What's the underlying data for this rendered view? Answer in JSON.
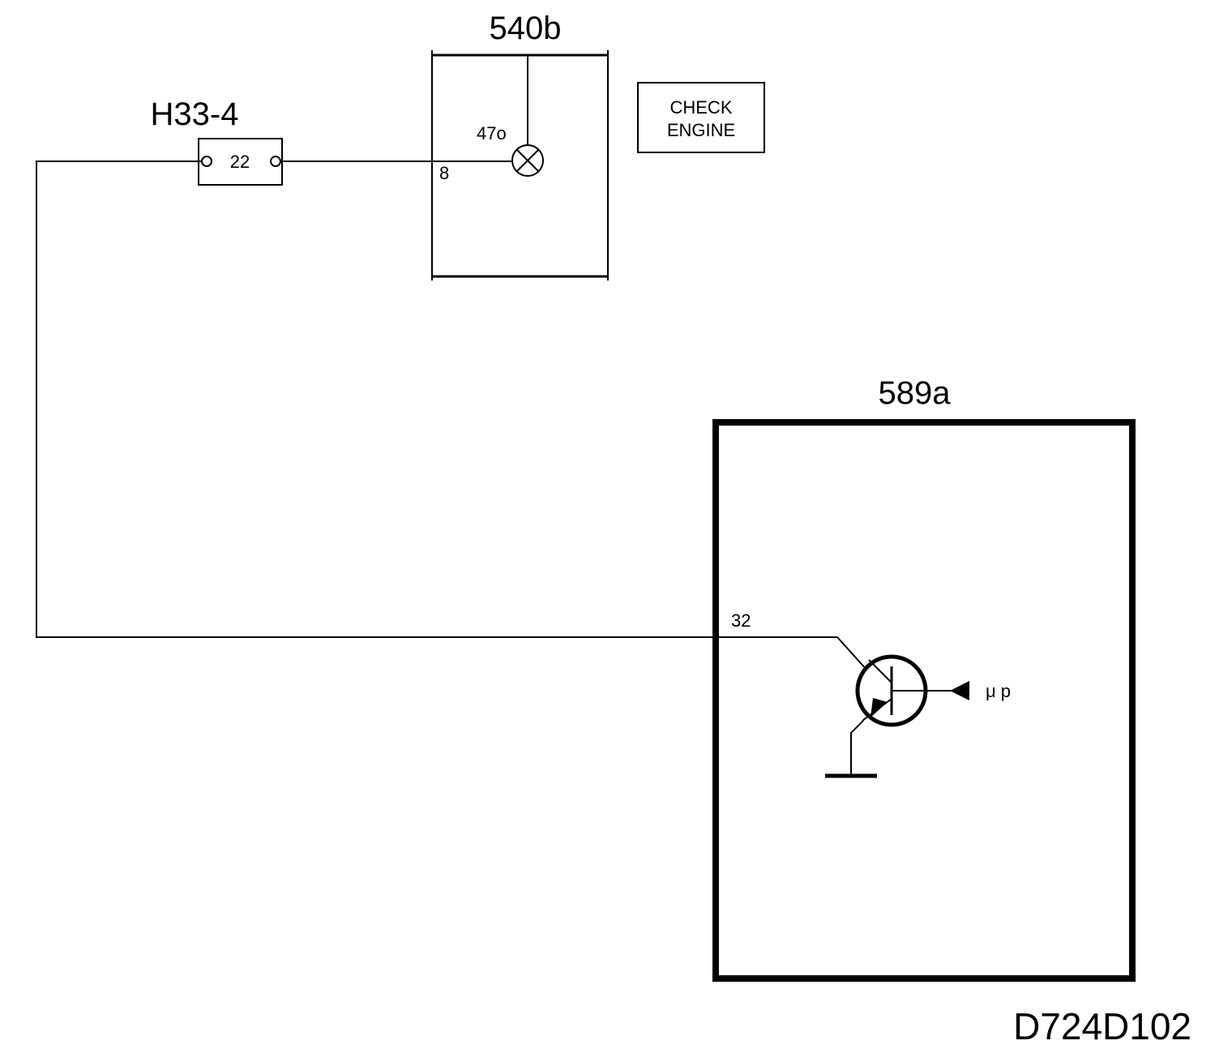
{
  "components": {
    "instrument_cluster": {
      "id": "540b",
      "lamp_pin": "47o",
      "wire_pin": "8"
    },
    "connector": {
      "id": "H33-4",
      "pin": "22"
    },
    "ecu": {
      "id": "589a",
      "pin": "32",
      "signal_label": "μ p"
    },
    "indicator": {
      "line1": "CHECK",
      "line2": "ENGINE"
    }
  },
  "drawing_code": "D724D102"
}
